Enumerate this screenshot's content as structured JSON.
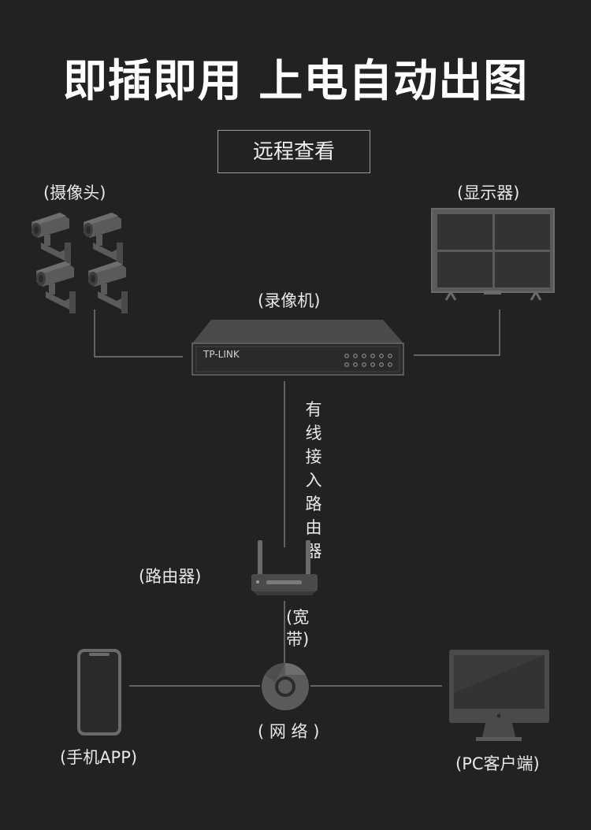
{
  "title": "即插即用 上电自动出图",
  "remote_view": "远程查看",
  "labels": {
    "camera": "(摄像头)",
    "monitor": "(显示器)",
    "nvr": "(录像机)",
    "router": "(路由器)",
    "phone": "(手机APP)",
    "pc": "(PC客户端)",
    "network": "( 网 络 )"
  },
  "nvr_brand": "TP-LINK",
  "wired_text": "有线接入路由器",
  "broadband_text": "(宽带)",
  "colors": {
    "background": "#222124",
    "title": "#ffffff",
    "device": "#5a5a5c",
    "line": "#8c8c8c"
  },
  "icons": [
    "camera-icon",
    "monitor-icon",
    "nvr-icon",
    "router-icon",
    "phone-icon",
    "pc-icon",
    "chrome-icon"
  ]
}
